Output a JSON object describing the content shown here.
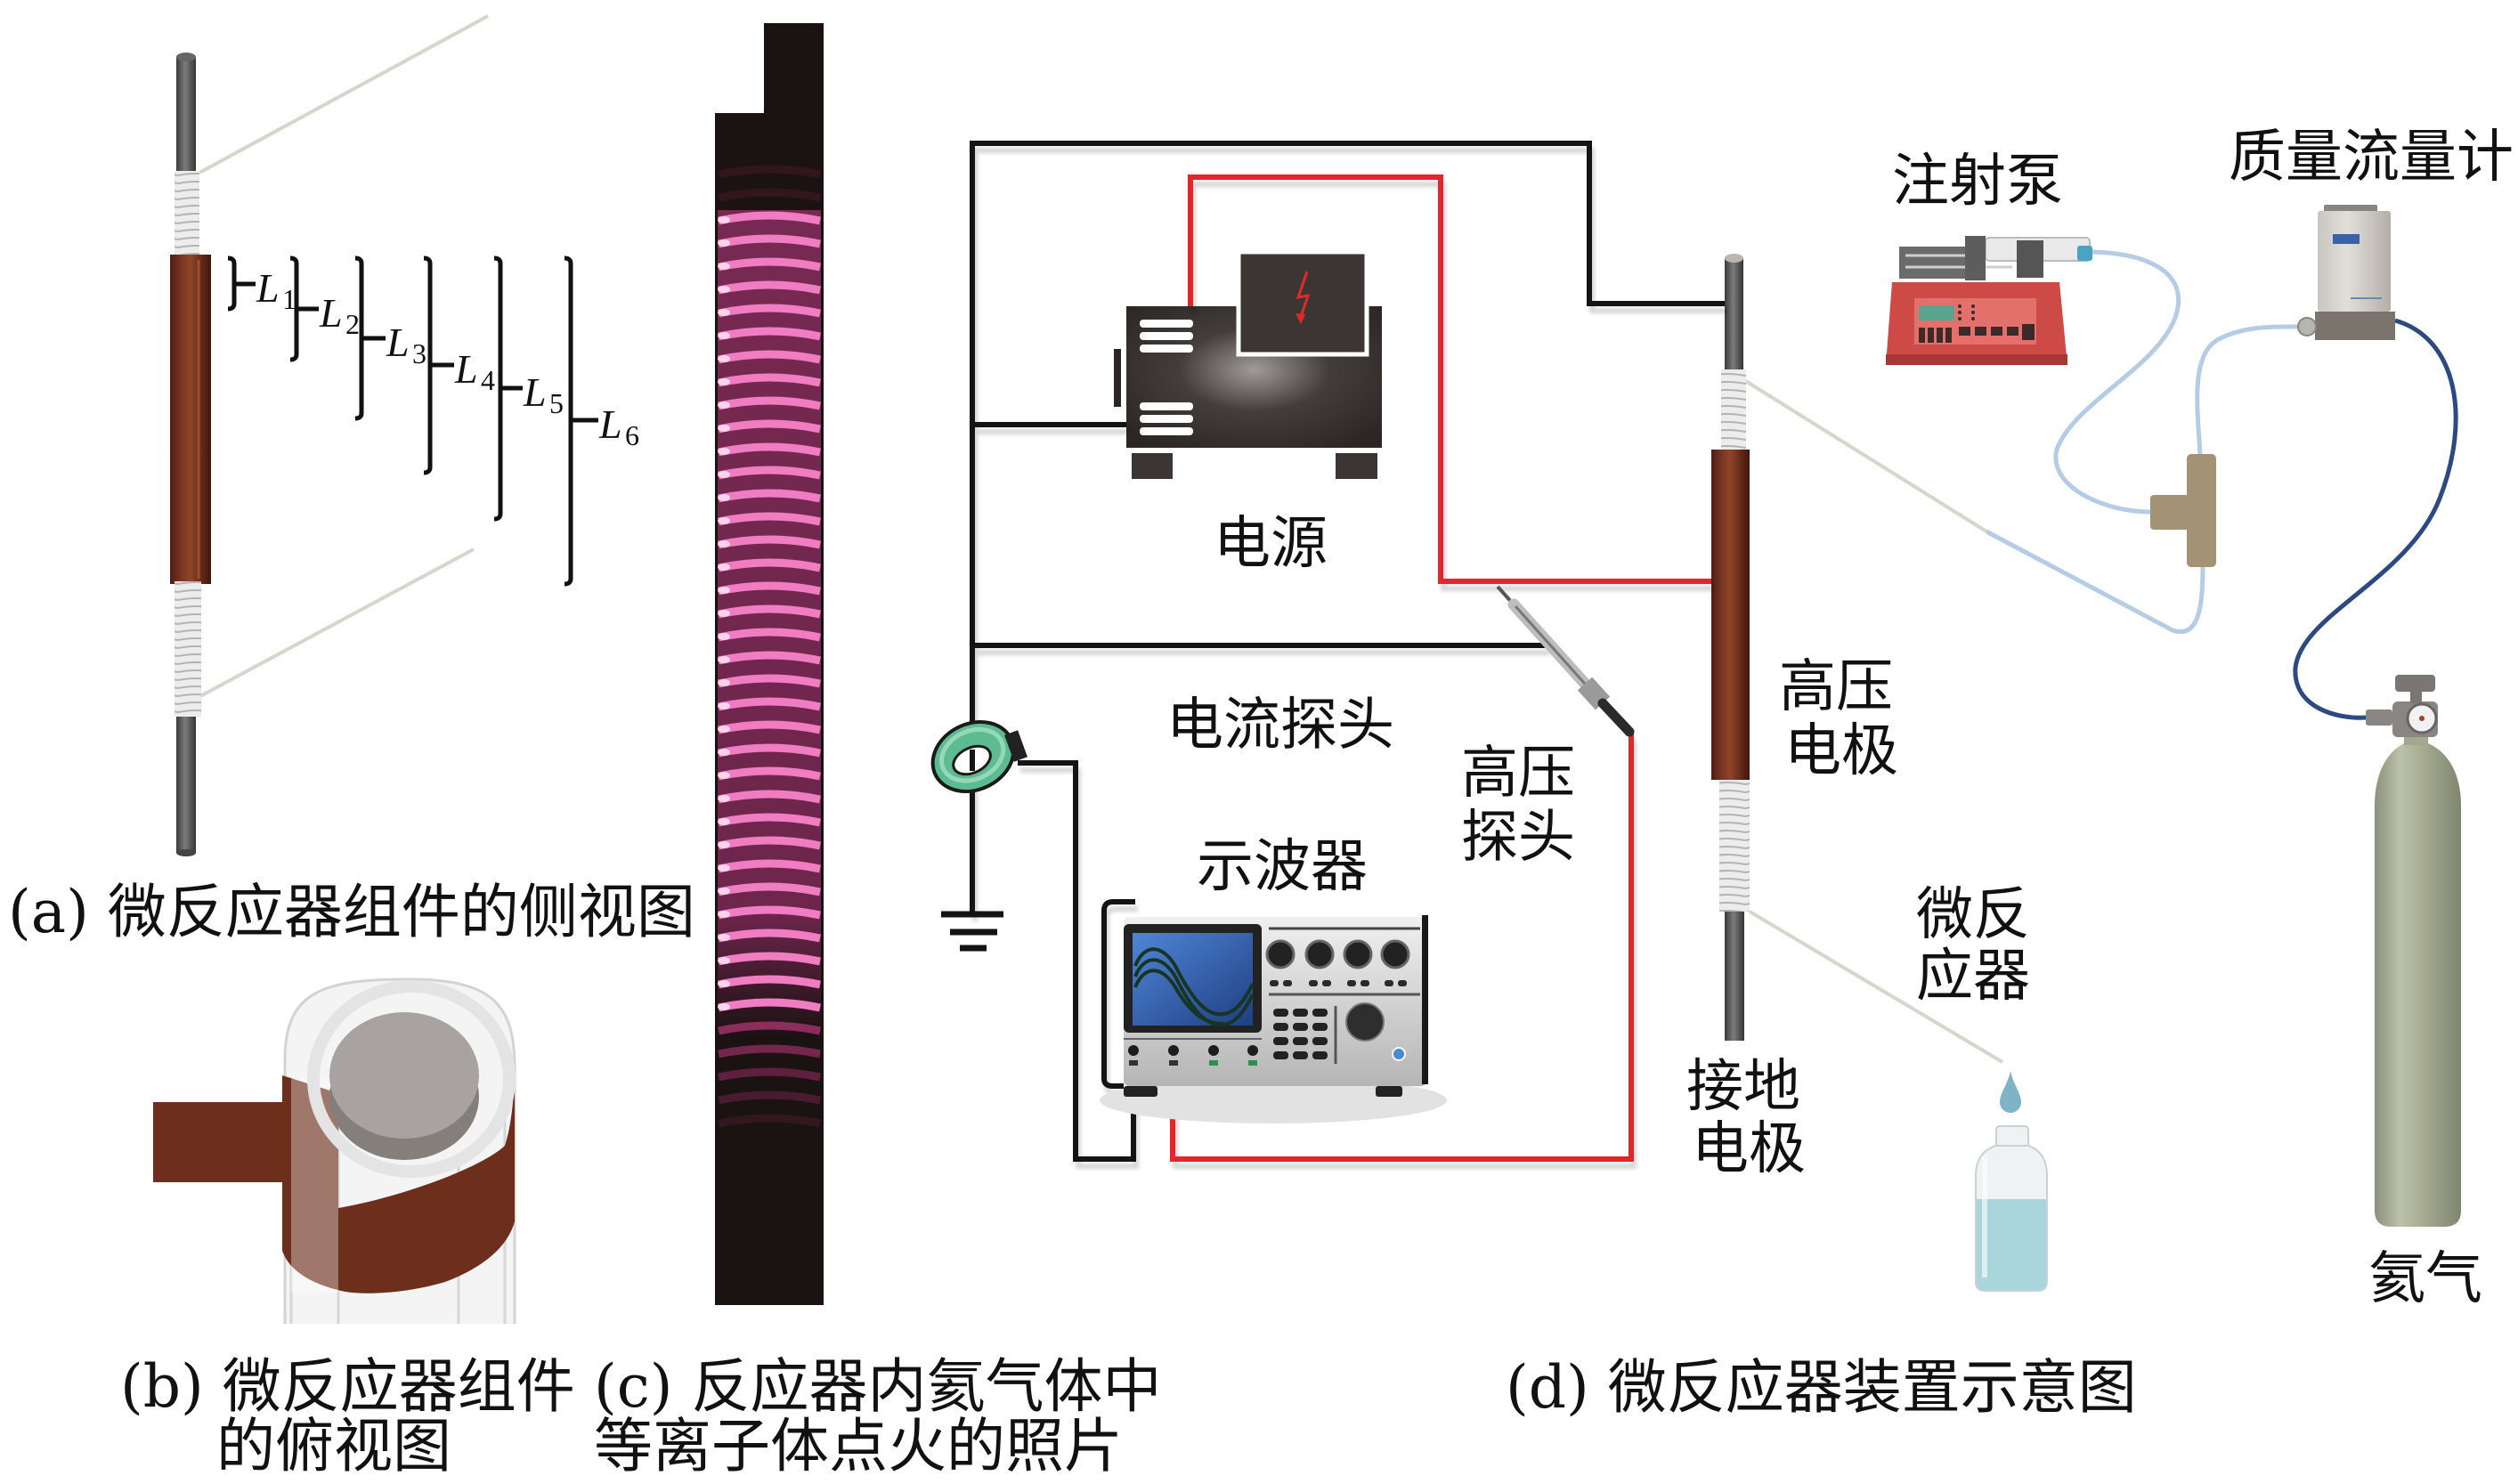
{
  "figure": {
    "panel_a": {
      "caption": "(a) 微反应器组件的侧视图",
      "dimension_labels": [
        {
          "letter": "L",
          "subscript": "1"
        },
        {
          "letter": "L",
          "subscript": "2"
        },
        {
          "letter": "L",
          "subscript": "3"
        },
        {
          "letter": "L",
          "subscript": "4"
        },
        {
          "letter": "L",
          "subscript": "5"
        },
        {
          "letter": "L",
          "subscript": "6"
        }
      ]
    },
    "panel_b": {
      "caption_line1": "(b) 微反应器组件",
      "caption_line2": "的俯视图"
    },
    "panel_c": {
      "caption_line1": "(c) 反应器内氦气体中",
      "caption_line2": "等离子体点火的照片"
    },
    "panel_d": {
      "caption": "(d) 微反应器装置示意图",
      "labels": {
        "power_supply": "电源",
        "current_probe": "电流探头",
        "high_voltage_probe": {
          "line1": "高压",
          "line2": "探头"
        },
        "oscilloscope": "示波器",
        "high_voltage_electrode": {
          "line1": "高压",
          "line2": "电极"
        },
        "ground_electrode": {
          "line1": "接地",
          "line2": "电极"
        },
        "microreactor": {
          "line1": "微反",
          "line2": "应器"
        },
        "syringe_pump": "注射泵",
        "mass_flow_controller": "质量流量计",
        "helium_gas": "氦气"
      },
      "symbols": [
        "high-voltage-icon",
        "ground-icon",
        "sine-wave-icon"
      ]
    }
  },
  "colors": {
    "high_voltage_wire": "#e3262b",
    "ground_wire": "#141414",
    "copper_electrode": "#6e2e1c",
    "plasma_glow": "#f07cc2",
    "photo_background": "#1b1212",
    "current_probe": "#5dbb91",
    "liquid_tubing": "#b4cce6",
    "gas_line": "#2c4a82",
    "helium_cylinder": "#a3a88f",
    "syringe_pump": "#cd4a47",
    "tee_connector": "#a39374",
    "oscilloscope_screen": "#2f5fae"
  }
}
